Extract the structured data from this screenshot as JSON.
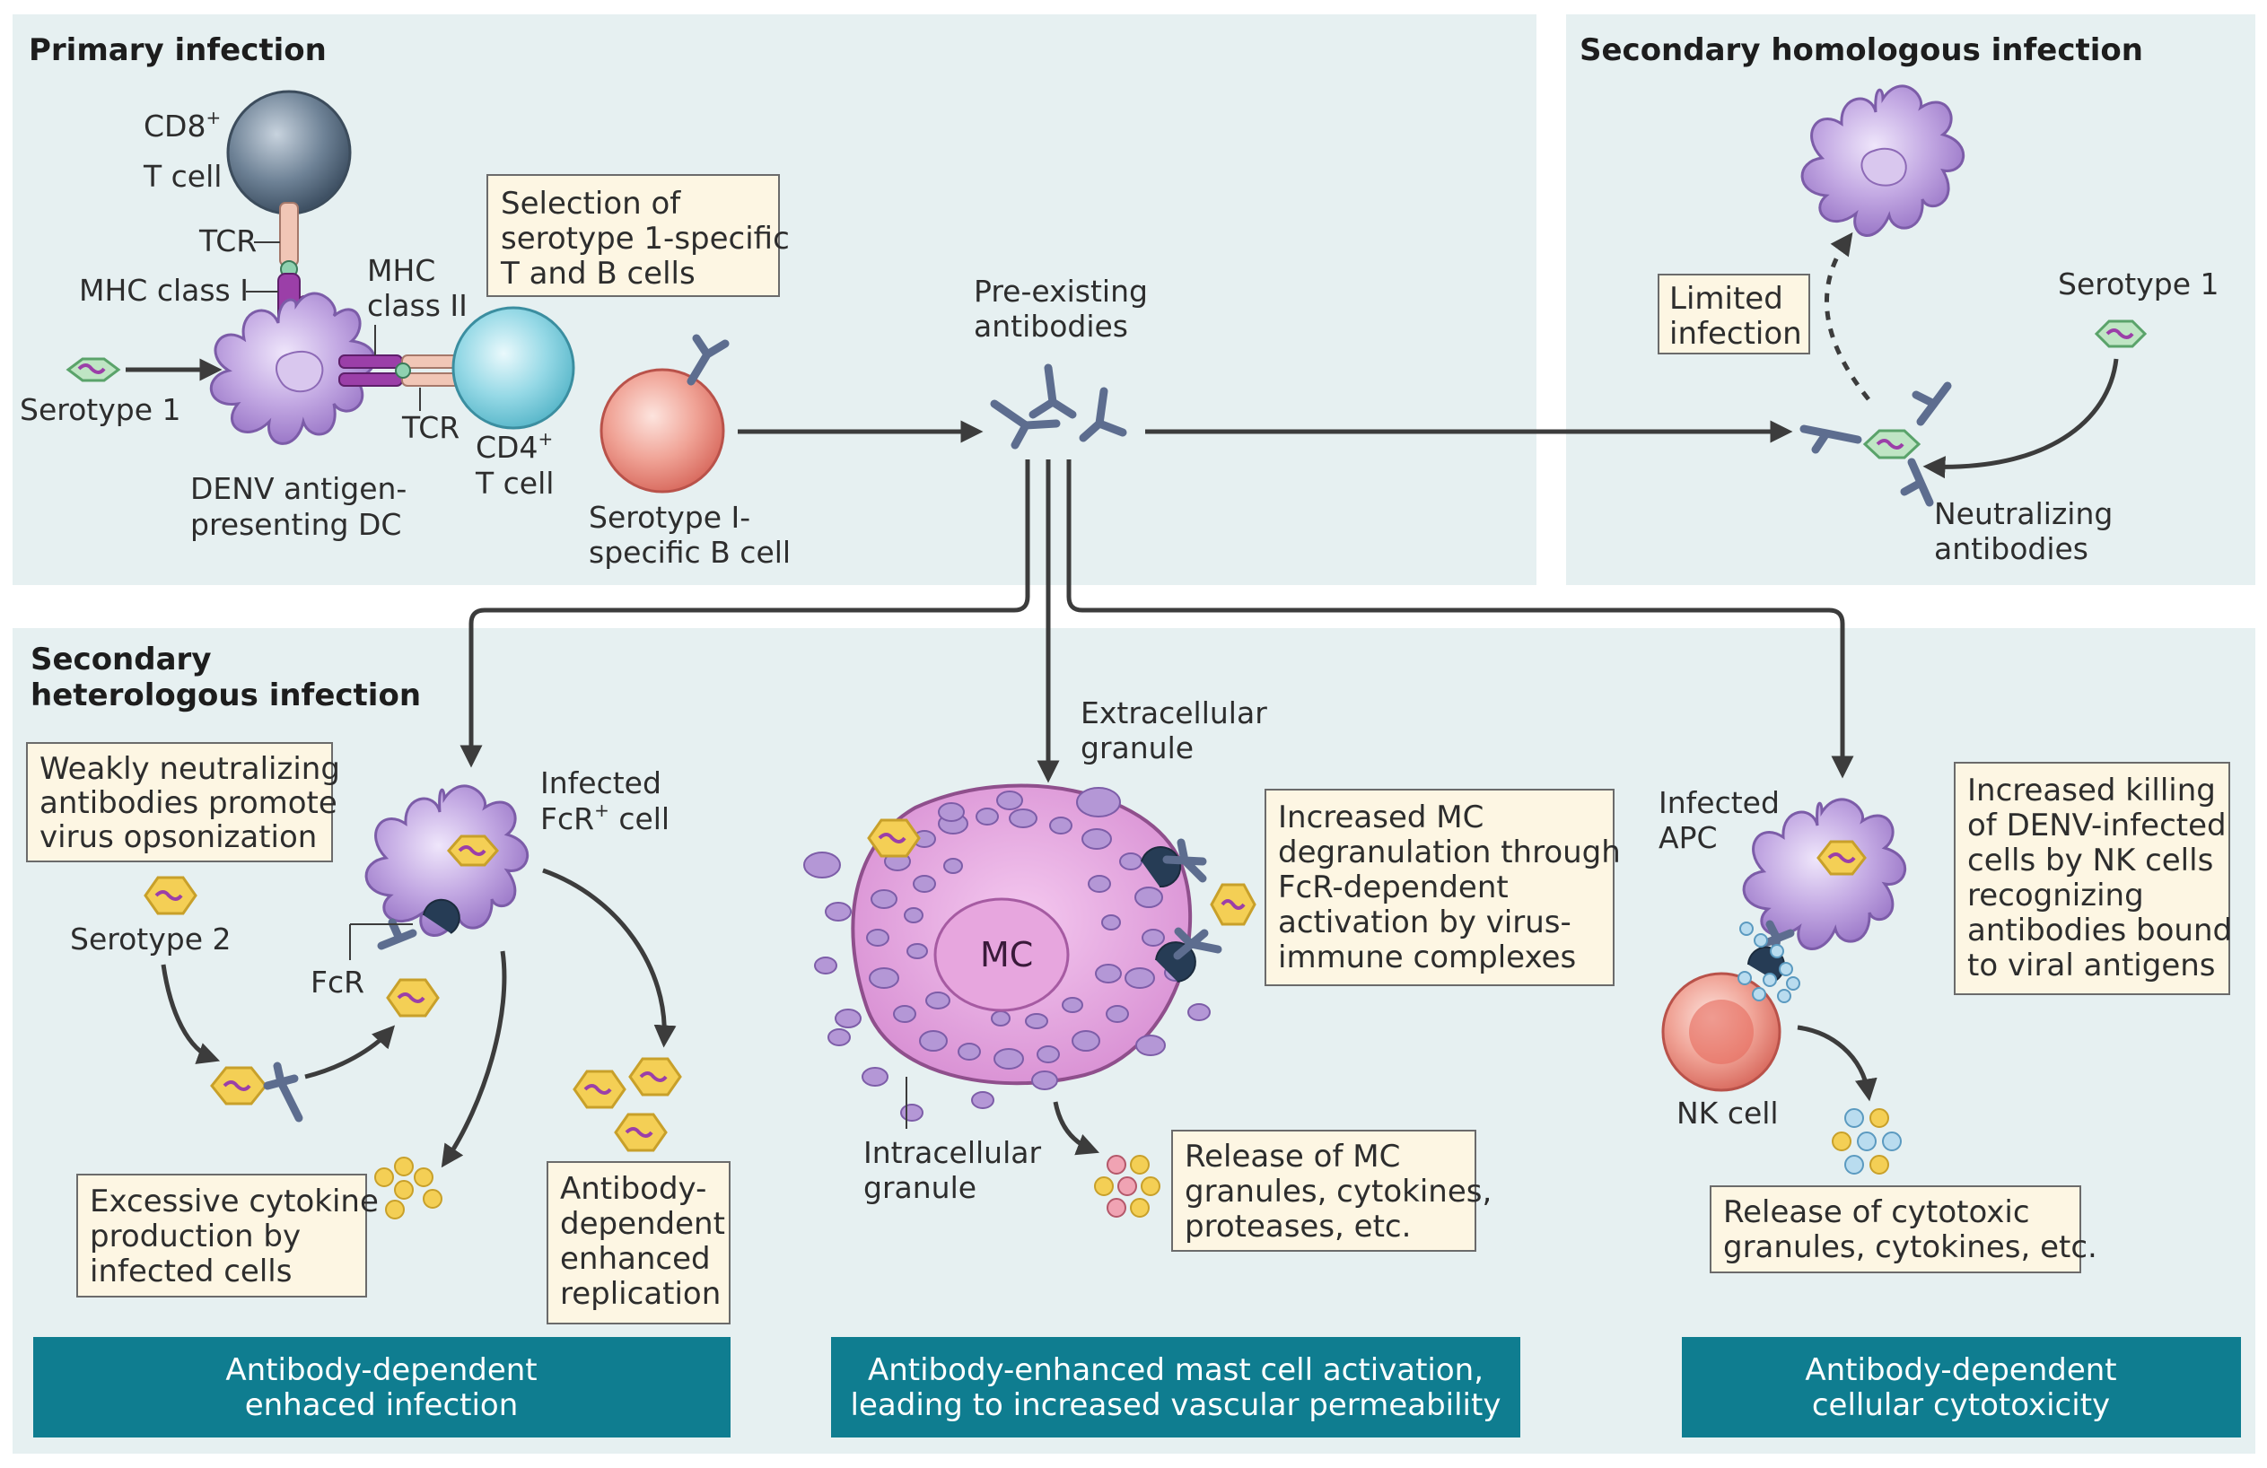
{
  "panels": {
    "primary": {
      "title": "Primary infection"
    },
    "homologous": {
      "title": "Secondary homologous infection"
    },
    "heterologous": {
      "title_line1": "Secondary",
      "title_line2": "heterologous infection"
    }
  },
  "labels": {
    "cd8_l1": "CD8",
    "cd8_sup": "+",
    "cd8_l2": "T cell",
    "tcr_top": "TCR",
    "mhc1": "MHC class I",
    "mhc2_l1": "MHC",
    "mhc2_l2": "class II",
    "serotype1_primary": "Serotype 1",
    "tcr_bottom": "TCR",
    "cd4_l1": "CD4",
    "cd4_sup": "+",
    "cd4_l2": "T cell",
    "dc_l1": "DENV antigen-",
    "dc_l2": "presenting DC",
    "bcell_l1": "Serotype I-",
    "bcell_l2": "specific B cell",
    "preexisting_l1": "Pre-existing",
    "preexisting_l2": "antibodies",
    "serotype1_secondary": "Serotype 1",
    "neutralizing_l1": "Neutralizing",
    "neutralizing_l2": "antibodies",
    "infected_fcr_l1": "Infected",
    "infected_fcr_l2": "FcR",
    "infected_fcr_sup": "+",
    "infected_fcr_l2b": " cell",
    "serotype2": "Serotype 2",
    "fcr": "FcR",
    "extracellular_l1": "Extracellular",
    "extracellular_l2": "granule",
    "mc": "MC",
    "intracellular_l1": "Intracellular",
    "intracellular_l2": "granule",
    "infected_apc_l1": "Infected",
    "infected_apc_l2": "APC",
    "nk_cell": "NK cell"
  },
  "boxes": {
    "selection": [
      "Selection of",
      "serotype 1-specific",
      "T and B cells"
    ],
    "limited": [
      "Limited",
      "infection"
    ],
    "weakly": [
      "Weakly neutralizing",
      "antibodies promote",
      "virus opsonization"
    ],
    "excessive": [
      "Excessive cytokine",
      "production by",
      "infected cells"
    ],
    "ade_replication": [
      "Antibody-",
      "dependent",
      "enhanced",
      "replication"
    ],
    "increased_mc": [
      "Increased MC",
      "degranulation through",
      "FcR-dependent",
      "activation by virus-",
      "immune complexes"
    ],
    "release_mc": [
      "Release of MC",
      "granules, cytokines,",
      "proteases, etc."
    ],
    "increased_killing": [
      "Increased killing",
      "of DENV-infected",
      "cells by NK cells",
      "recognizing",
      "antibodies bound",
      "to viral antigens"
    ],
    "release_cytotoxic": [
      "Release of cytotoxic",
      "granules, cytokines, etc."
    ]
  },
  "bands": {
    "ade": [
      "Antibody-dependent",
      "enhaced infection"
    ],
    "mast": [
      "Antibody-enhanced mast cell activation,",
      "leading to increased vascular permeability"
    ],
    "adcc": [
      "Antibody-dependent",
      "cellular cytotoxicity"
    ]
  },
  "colors": {
    "panel_bg": "#e6f0f1",
    "box_bg": "#fdf6e3",
    "band_bg": "#0f7d90",
    "cell_purple": "#b79bd8",
    "virus_yellow": "#f4cf55",
    "virus_green": "#bfe5c4",
    "antibody": "#5d6d8f",
    "mast_cell": "#d79bd4"
  }
}
